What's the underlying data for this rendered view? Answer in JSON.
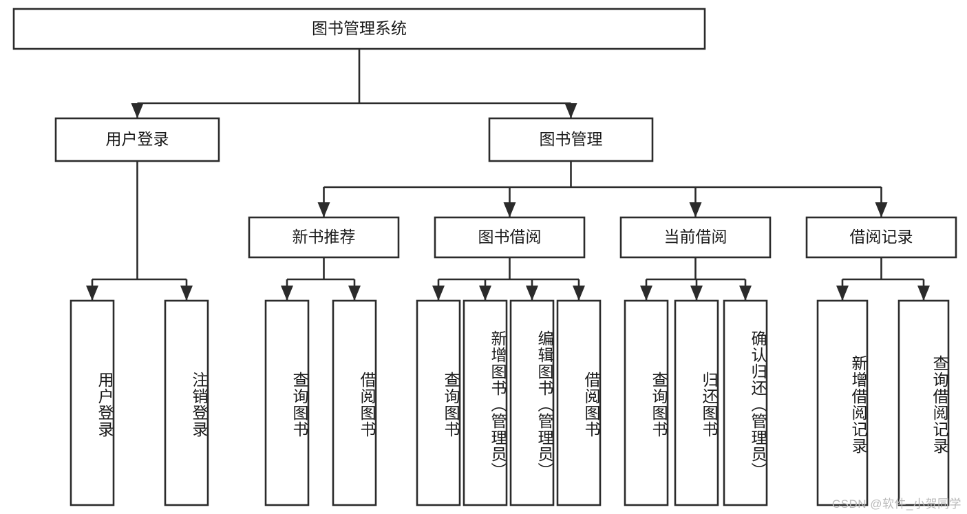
{
  "diagram": {
    "type": "tree",
    "title": "图书管理系统",
    "orientation": "top-down",
    "colors": {
      "line": "#2b2b2b",
      "box_fill": "#ffffff",
      "text": "#1a1a1a",
      "watermark": "#b9b9b9",
      "background": "#ffffff"
    },
    "root": {
      "id": "root",
      "label": "图书管理系统",
      "text_orientation": "horizontal"
    },
    "level2": [
      {
        "id": "user-login",
        "label": "用户登录",
        "text_orientation": "horizontal"
      },
      {
        "id": "book-manage",
        "label": "图书管理",
        "text_orientation": "horizontal"
      }
    ],
    "level3": [
      {
        "id": "new-book-rec",
        "label": "新书推荐",
        "parent": "book-manage",
        "text_orientation": "horizontal"
      },
      {
        "id": "book-borrow",
        "label": "图书借阅",
        "parent": "book-manage",
        "text_orientation": "horizontal"
      },
      {
        "id": "current-borrow",
        "label": "当前借阅",
        "parent": "book-manage",
        "text_orientation": "horizontal"
      },
      {
        "id": "borrow-record",
        "label": "借阅记录",
        "parent": "book-manage",
        "text_orientation": "horizontal"
      }
    ],
    "leaves": [
      {
        "id": "leaf-user-login",
        "label": "用户登录",
        "parent": "user-login",
        "text_orientation": "vertical"
      },
      {
        "id": "leaf-logout-login",
        "label": "注销登录",
        "parent": "user-login",
        "text_orientation": "vertical"
      },
      {
        "id": "leaf-query-book-1",
        "label": "查询图书",
        "parent": "new-book-rec",
        "text_orientation": "vertical"
      },
      {
        "id": "leaf-borrow-book-1",
        "label": "借阅图书",
        "parent": "new-book-rec",
        "text_orientation": "vertical"
      },
      {
        "id": "leaf-query-book-2",
        "label": "查询图书",
        "parent": "book-borrow",
        "text_orientation": "vertical"
      },
      {
        "id": "leaf-add-book",
        "label": "新增图书（管理员）",
        "parent": "book-borrow",
        "text_orientation": "vertical"
      },
      {
        "id": "leaf-edit-book",
        "label": "编辑图书（管理员）",
        "parent": "book-borrow",
        "text_orientation": "vertical"
      },
      {
        "id": "leaf-borrow-book-2",
        "label": "借阅图书",
        "parent": "book-borrow",
        "text_orientation": "vertical"
      },
      {
        "id": "leaf-query-book-3",
        "label": "查询图书",
        "parent": "current-borrow",
        "text_orientation": "vertical"
      },
      {
        "id": "leaf-return-book",
        "label": "归还图书",
        "parent": "current-borrow",
        "text_orientation": "vertical"
      },
      {
        "id": "leaf-confirm-return",
        "label": "确认归还（管理员）",
        "parent": "current-borrow",
        "text_orientation": "vertical"
      },
      {
        "id": "leaf-add-record",
        "label": "新增借阅记录",
        "parent": "borrow-record",
        "text_orientation": "vertical"
      },
      {
        "id": "leaf-query-record",
        "label": "查询借阅记录",
        "parent": "borrow-record",
        "text_orientation": "vertical"
      }
    ],
    "watermark": "CSDN @软件_小贺同学"
  }
}
